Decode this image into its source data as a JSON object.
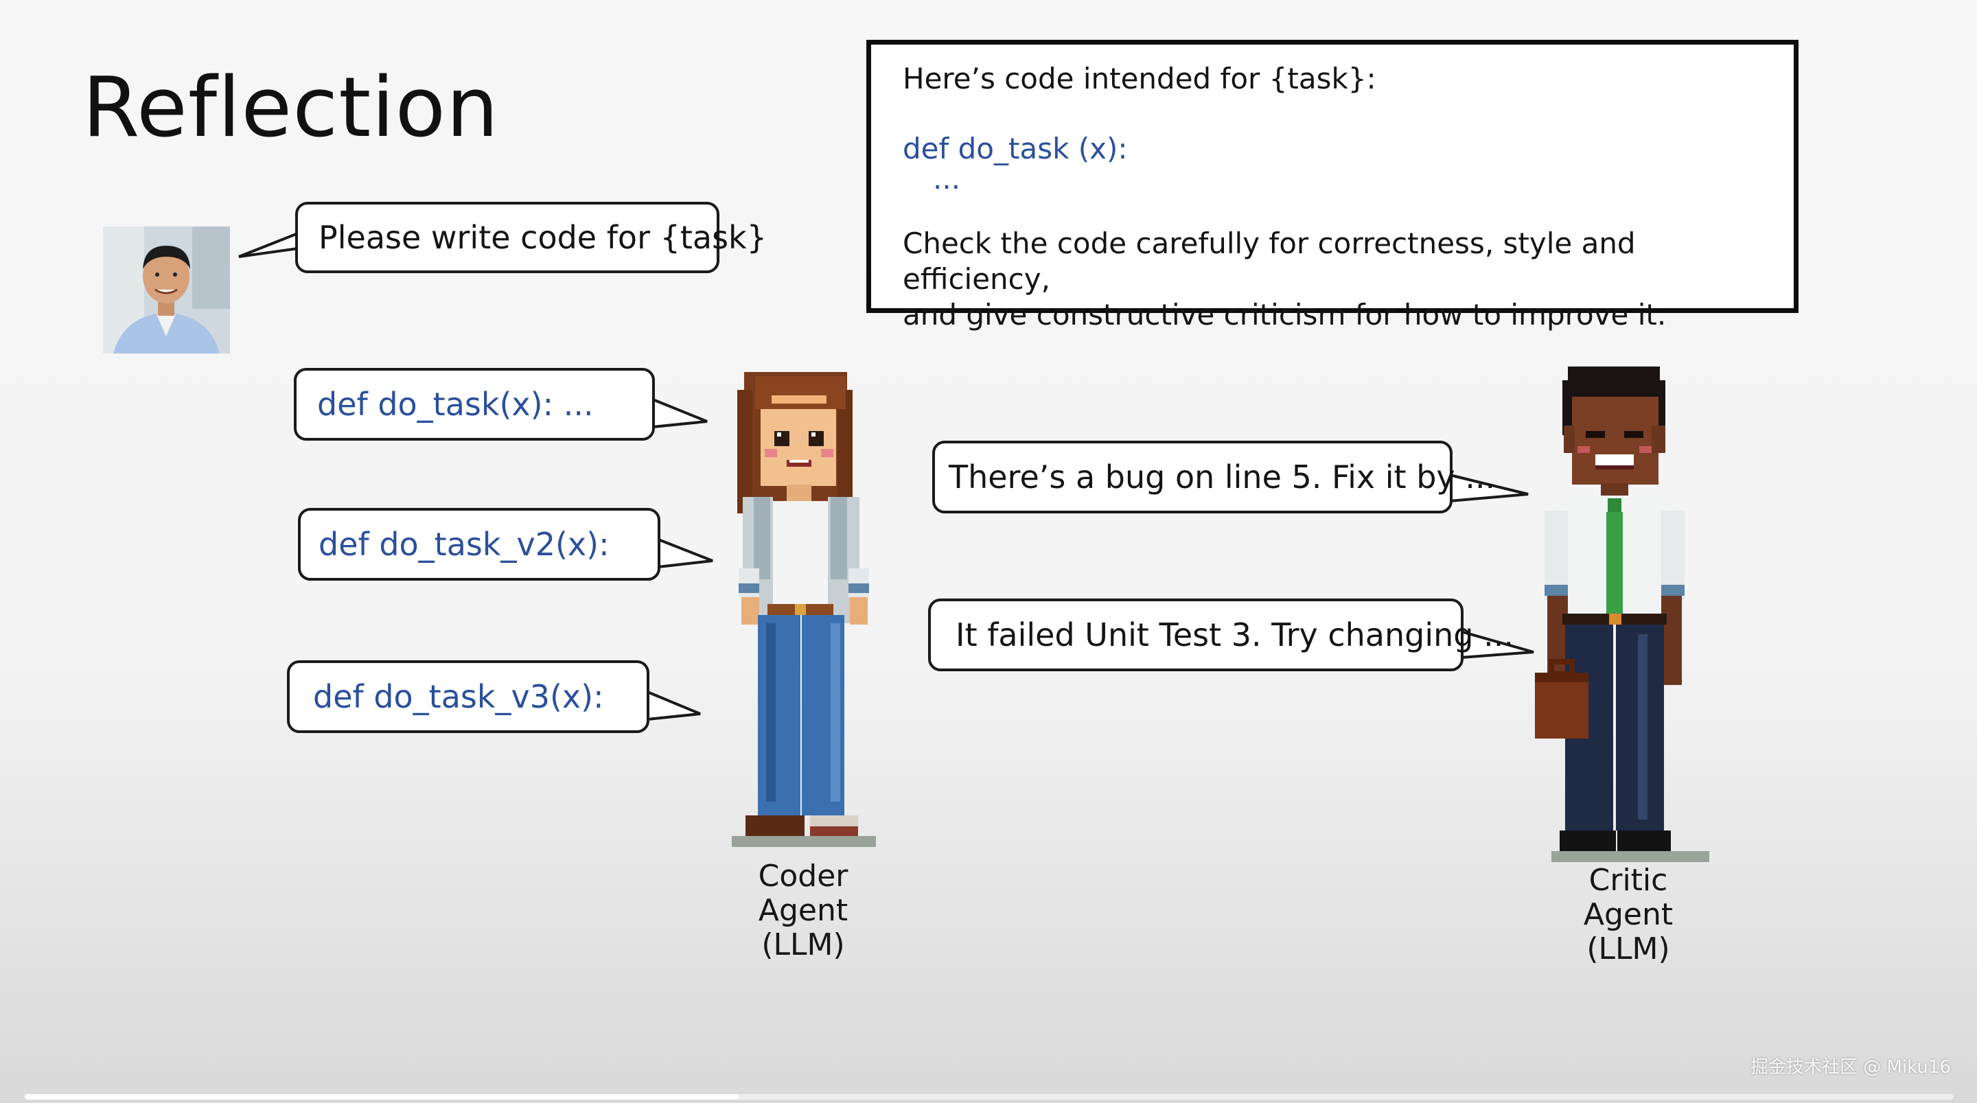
{
  "slide": {
    "title": "Reflection"
  },
  "user": {
    "request": "Please write code for {task}"
  },
  "coder": {
    "outputs": [
      "def do_task(x): ...",
      "def do_task_v2(x):",
      "def do_task_v3(x):"
    ],
    "label_lines": [
      "Coder",
      "Agent",
      "(LLM)"
    ]
  },
  "critic_prompt": {
    "line1": "Here’s code intended for {task}:",
    "code": "def do_task (x):",
    "ellipsis": "...",
    "instruction_line1": "Check the code carefully for correctness, style and efficiency,",
    "instruction_line2": "and give constructive criticism for how to improve it."
  },
  "critic": {
    "feedback": [
      "There’s a bug on line 5. Fix it by ...",
      "It failed Unit Test 3. Try changing ..."
    ],
    "label_lines": [
      "Critic",
      "Agent",
      "(LLM)"
    ]
  },
  "watermark": "掘金技术社区 @ Miku16",
  "player": {
    "progress": 0.37
  },
  "colors": {
    "code_text": "#2a4f9c",
    "bubble_border": "#1a1a1a"
  }
}
